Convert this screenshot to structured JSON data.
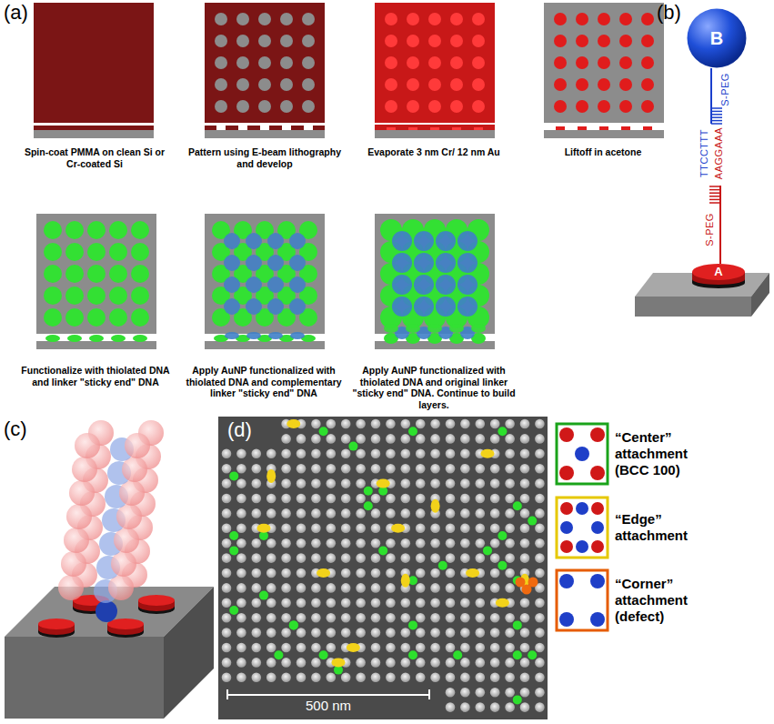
{
  "diagram": {
    "nodes": [
      {
        "text": [
          "B"
        ]
      },
      {
        "text": [
          "A"
        ]
      }
    ],
    "labels": [
      "(a)",
      "Spin-coat PMMA on clean Si or Cr-coated Si",
      "Pattern using E-beam lithography and develop",
      "Evaporate 3 nm Cr/ 12 nm Au",
      "Liftoff in acetone",
      "(b)",
      "S-PEG",
      "TTCCTTT",
      "AAGGAAA",
      "S-PEG",
      "Functionalize with thiolated DNA and linker \"sticky end\" DNA",
      "Apply AuNP functionalized with thiolated DNA and complementary linker \"sticky end\" DNA",
      "Apply AuNP functionalized with thiolated DNA and original linker \"sticky end\" DNA. Continue to build layers.",
      "(c)",
      "(d)",
      "500 nm"
    ],
    "legend": [
      {
        "text": "“Center” attachment (BCC 100)"
      },
      {
        "text": "“Edge” attachment"
      },
      {
        "text": "“Corner” attachment (defect)"
      }
    ]
  }
}
